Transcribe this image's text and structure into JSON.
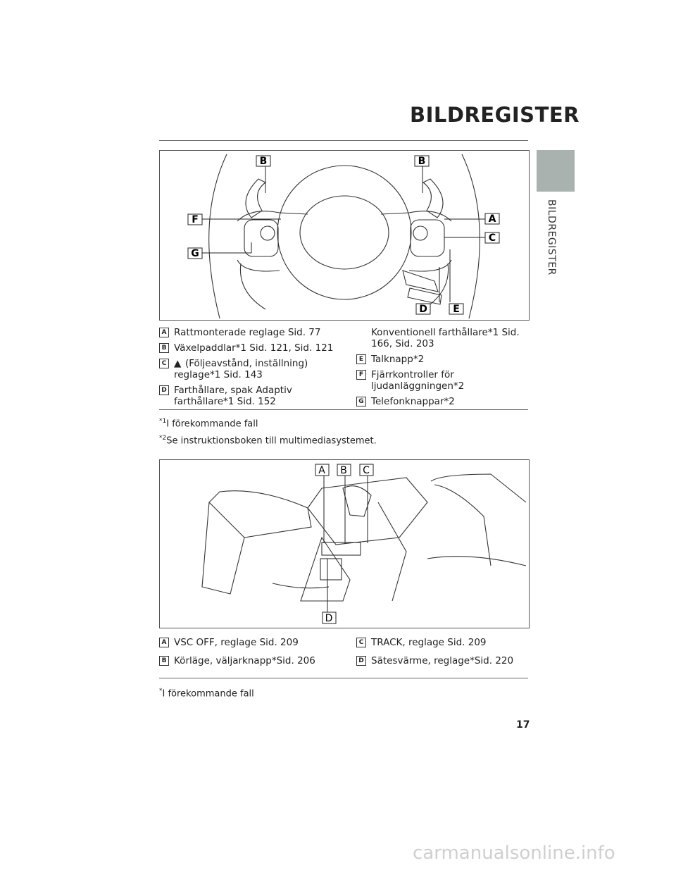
{
  "header": {
    "title": "BILDREGISTER"
  },
  "side_tab": {
    "label": "BILDREGISTER"
  },
  "figure1": {
    "callouts": [
      "A",
      "B",
      "C",
      "D",
      "E",
      "F",
      "G"
    ]
  },
  "legend1": {
    "left": [
      {
        "key": "A",
        "text": "Rattmonterade reglage Sid. 77"
      },
      {
        "key": "B",
        "text": "Växelpaddlar*1 Sid. 121, Sid. 121"
      },
      {
        "key": "C",
        "text": "(Följeavstånd, inställning) reglage*1 Sid. 143"
      },
      {
        "key": "D",
        "text": "Farthållare, spak Adaptiv farthållare*1 Sid. 152"
      }
    ],
    "right_continuation": "Konventionell farthållare*1 Sid. 166, Sid. 203",
    "right": [
      {
        "key": "E",
        "text": "Talknapp*2"
      },
      {
        "key": "F",
        "text": "Fjärrkontroller för ljudanläggningen*2"
      },
      {
        "key": "G",
        "text": "Telefonknappar*2"
      }
    ]
  },
  "footnotes1": [
    {
      "mark": "*1",
      "text": "I förekommande fall"
    },
    {
      "mark": "*2",
      "text": "Se instruktionsboken till multimediasystemet."
    }
  ],
  "figure2": {
    "callouts": [
      "A",
      "B",
      "C",
      "D"
    ]
  },
  "legend2": {
    "left": [
      {
        "key": "A",
        "text": "VSC OFF, reglage Sid. 209"
      },
      {
        "key": "B",
        "text": "Körläge, väljarknapp*Sid. 206"
      }
    ],
    "right": [
      {
        "key": "C",
        "text": "TRACK, reglage Sid. 209"
      },
      {
        "key": "D",
        "text": "Sätesvärme, reglage*Sid. 220"
      }
    ]
  },
  "footnotes2": [
    {
      "mark": "*",
      "text": "I förekommande fall"
    }
  ],
  "page_number": "17",
  "watermark": "carmanualsonline.info"
}
